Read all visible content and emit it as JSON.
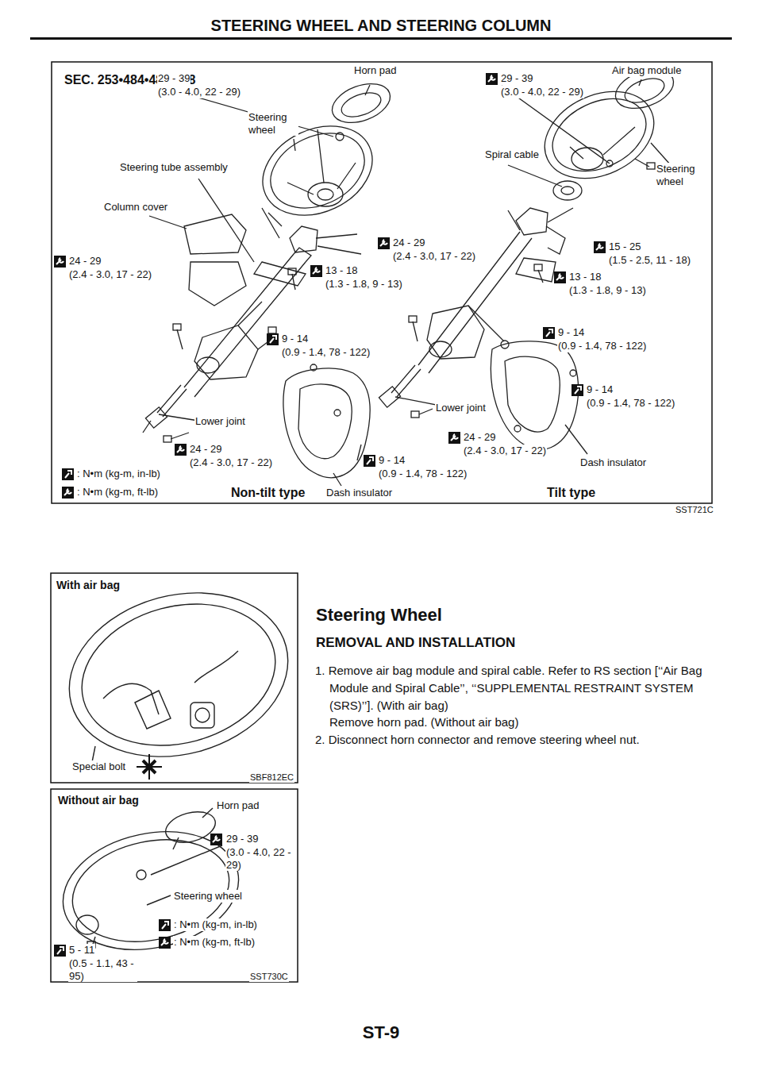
{
  "diagram": {
    "title": "STEERING WHEEL AND STEERING COLUMN",
    "labels": [
      "SEC. 253•484•487•488",
      "29 - 39",
      "(3.0 - 4.0, 22 - 29)",
      "Horn pad",
      "29 - 39",
      "(3.0 - 4.0, 22 - 29)",
      "Air bag module",
      "Steering wheel",
      "Steering tube assembly",
      "Spiral cable",
      "Steering wheel",
      "Column cover",
      "24 - 29",
      "(2.4 - 3.0, 17 - 22)",
      "24 - 29",
      "(2.4 - 3.0, 17 - 22)",
      "15 - 25",
      "(1.5 - 2.5, 11 - 18)",
      "13 - 18",
      "(1.3 - 1.8, 9 - 13)",
      "13 - 18",
      "(1.3 - 1.8, 9 - 13)",
      "9 - 14",
      "(0.9 - 1.4, 78 - 122)",
      "9 - 14",
      "(0.9 - 1.4, 78 - 122)",
      "9 - 14",
      "(0.9 - 1.4, 78 - 122)",
      "Lower joint",
      "Lower joint",
      "24 - 29",
      "(2.4 - 3.0, 17 - 22)",
      "24 - 29",
      "(2.4 - 3.0, 17 - 22)",
      "Dash insulator",
      ": N•m (kg-m, in-lb)",
      ": N•m (kg-m, ft-lb)",
      "Non-tilt type",
      "9 - 14",
      "(0.9 - 1.4, 78 - 122)",
      "Dash insulator",
      "Tilt type",
      "SST721C",
      "With air bag",
      "Special bolt",
      "SBF812EC",
      "Without air bag",
      "Horn pad",
      "29 - 39",
      "(3.0 - 4.0, 22 - 29)",
      "Steering wheel",
      ": N•m (kg-m, in-lb)",
      ": N•m (kg-m, ft-lb)",
      "5 - 11",
      "(0.5 - 1.1, 43 - 95)",
      "SST730C",
      "Steering Wheel",
      "REMOVAL AND INSTALLATION",
      "1. Remove air bag module and spiral cable. Refer to RS section [‘‘Air Bag Module and Spiral Cable’’, ‘‘SUPPLEMENTAL RESTRAINT SYSTEM (SRS)’’]. (With air bag)",
      "Remove horn pad. (Without air bag)",
      "2. Disconnect horn connector and remove steering wheel nut.",
      "ST-9"
    ]
  }
}
